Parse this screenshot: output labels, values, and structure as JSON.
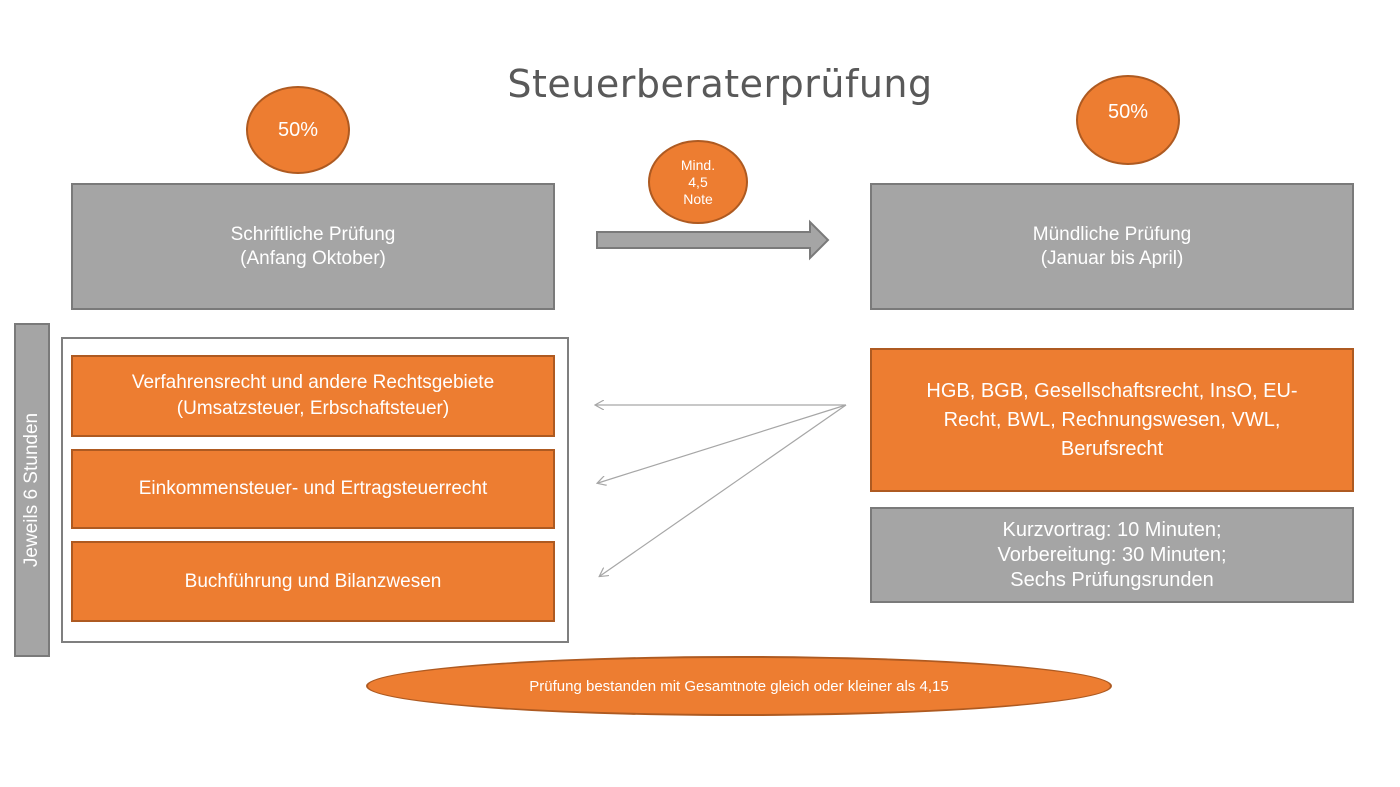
{
  "title": "Steuerberaterprüfung",
  "left": {
    "percent": "50%",
    "exam": {
      "line1": "Schriftliche Prüfung",
      "line2": "(Anfang Oktober)"
    },
    "duration": "Jeweils 6 Stunden",
    "subjects": [
      {
        "line1": "Verfahrensrecht und andere Rechtsgebiete",
        "line2": "(Umsatzsteuer, Erbschaftsteuer)"
      },
      {
        "line1": "Einkommensteuer- und Ertragsteuerrecht"
      },
      {
        "line1": "Buchführung und Bilanzwesen"
      }
    ]
  },
  "transition": {
    "line1": "Mind.",
    "line2": "4,5",
    "line3": "Note"
  },
  "right": {
    "percent": "50%",
    "exam": {
      "line1": "Mündliche Prüfung",
      "line2": "(Januar bis April)"
    },
    "subjects": {
      "line1": "HGB, BGB, Gesellschaftsrecht, InsO, EU-",
      "line2": "Recht, BWL, Rechnungswesen, VWL,",
      "line3": "Berufsrecht"
    },
    "format": {
      "line1": "Kurzvortrag: 10 Minuten;",
      "line2": "Vorbereitung: 30 Minuten;",
      "line3": "Sechs Prüfungsrunden"
    }
  },
  "result": "Prüfung bestanden mit Gesamtnote gleich oder kleiner als 4,15",
  "colors": {
    "orange": "#ed7d31",
    "gray": "#a5a5a5",
    "title": "#595959"
  }
}
